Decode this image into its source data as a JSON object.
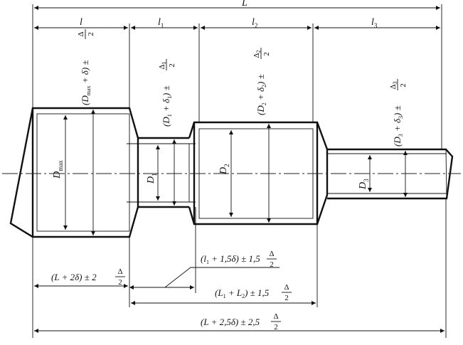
{
  "labels": {
    "L": "L",
    "l": "l",
    "l1": {
      "base": "l",
      "sub": "1"
    },
    "l2": {
      "base": "l",
      "sub": "2"
    },
    "l3": {
      "base": "l",
      "sub": "3"
    },
    "dmax_tol": {
      "open": "(",
      "base": "D",
      "sub": "max",
      "mid": " + δ) ±",
      "num": "Δ",
      "den": "2"
    },
    "d1_tol": {
      "open": "(",
      "base": "D",
      "sub": "1",
      "mid1": " + δ",
      "sub2": "1",
      "mid": ") ±",
      "num": "Δ",
      "num_sub": "1",
      "den": "2"
    },
    "d2_tol": {
      "open": "(",
      "base": "D",
      "sub": "2",
      "mid1": " + δ",
      "sub2": "2",
      "mid": ") ±",
      "num": "Δ",
      "num_sub": "2",
      "den": "2"
    },
    "d3_tol": {
      "open": "(",
      "base": "D",
      "sub": "3",
      "mid1": " + δ",
      "sub2": "3",
      "mid": ") ±",
      "num": "Δ",
      "num_sub": "3",
      "den": "2"
    },
    "dmax": {
      "base": "D",
      "sub": "max"
    },
    "d1": {
      "base": "D",
      "sub": "1"
    },
    "d2": {
      "base": "D",
      "sub": "2"
    },
    "d3": {
      "base": "D",
      "sub": "3"
    },
    "l1_tol": {
      "open": "(",
      "base": "l",
      "sub": "1",
      "mid": " + 1,5δ) ± 1,5",
      "num": "Δ",
      "den": "2"
    },
    "L_2d": {
      "text": "(L + 2δ) ± 2",
      "num": "Δ",
      "den": "2"
    },
    "L1L2": {
      "open": "(",
      "base": "L",
      "sub": "1",
      "mid1": " + L",
      "sub2": "2",
      "mid": ") ± 1,5",
      "num": "Δ",
      "den": "2"
    },
    "L_25d": {
      "text": "(L + 2,5δ) ± 2,5",
      "num": "Δ",
      "den": "2"
    }
  }
}
